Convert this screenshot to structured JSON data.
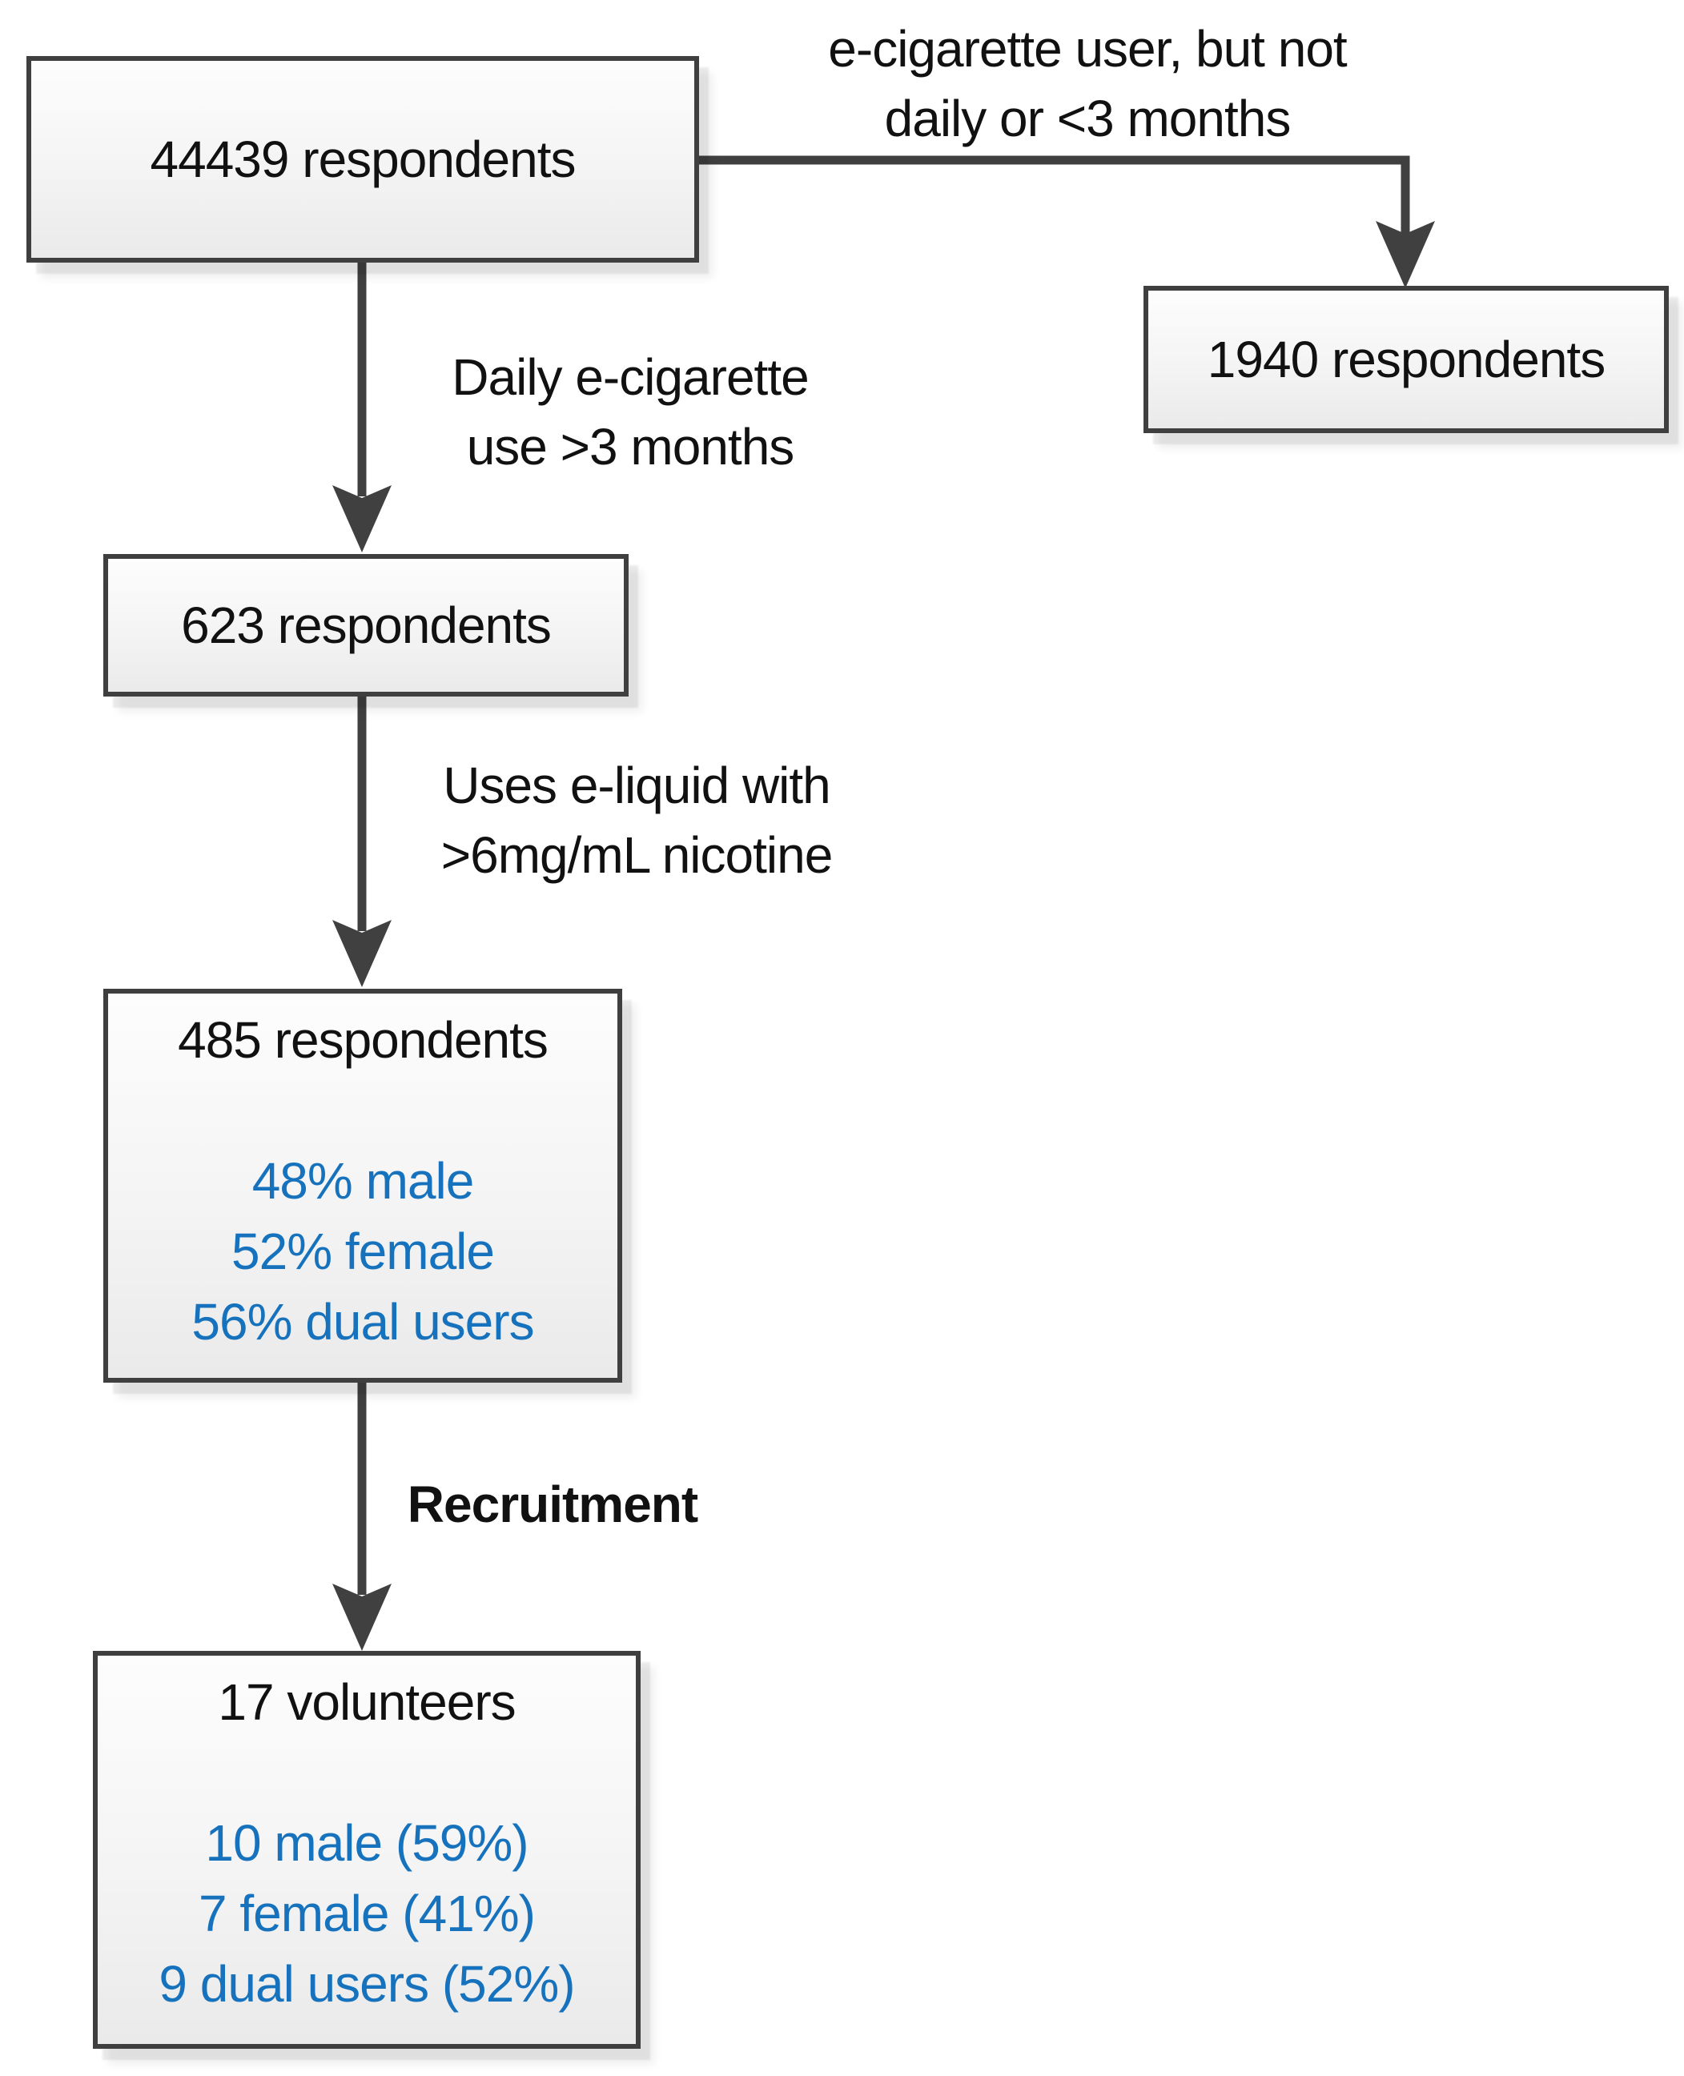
{
  "colors": {
    "accent_blue": "#1772BD",
    "connector_gray": "#404040",
    "box_border_gray": "#3f3f3f"
  },
  "boxes": [
    {
      "title": "44439 respondents"
    },
    {
      "title": "1940 respondents"
    },
    {
      "title": "623 respondents"
    },
    {
      "title": "485 respondents",
      "details": [
        "48% male",
        "52% female",
        "56% dual users"
      ]
    },
    {
      "title": "17 volunteers",
      "details": [
        "10 male (59%)",
        "7 female (41%)",
        "9 dual users (52%)"
      ]
    }
  ],
  "edge_labels": {
    "not_daily": {
      "line1": "e-cigarette user, but not",
      "line2": "daily or <3 months"
    },
    "daily_use": {
      "line1": "Daily e-cigarette",
      "line2": "use >3 months"
    },
    "eliquid": {
      "line1": "Uses e-liquid with",
      "line2": ">6mg/mL nicotine"
    },
    "recruitment": "Recruitment"
  }
}
